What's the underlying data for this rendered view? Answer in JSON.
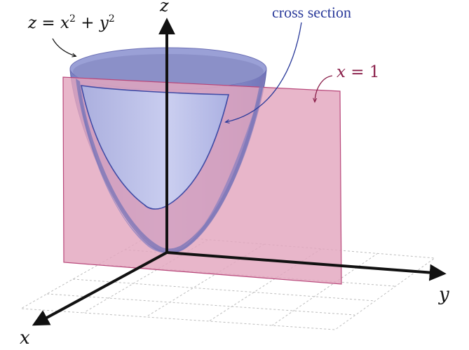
{
  "labels": {
    "surface_eq": {
      "lhs": "z",
      "eq": " = ",
      "x": "x",
      "exp": "2",
      "plus": " + ",
      "y": "y"
    },
    "plane_eq": {
      "x": "x",
      "eq": " = 1"
    },
    "cross_section": "cross section",
    "axis_x": "x",
    "axis_y": "y",
    "axis_z": "z"
  },
  "colors": {
    "plane_fill": "#e3a6be",
    "plane_edge": "#b8477a",
    "surface_fill": "#8a90cc",
    "surface_dark": "#6f6fb3",
    "cross_section_fill": "#b7c0ea",
    "cross_section_edge": "#3f4ba5",
    "annotation_blue": "#2a3a9a",
    "annotation_red": "#8a1f4a",
    "axis": "#111111",
    "grid": "#bbbbbb"
  }
}
